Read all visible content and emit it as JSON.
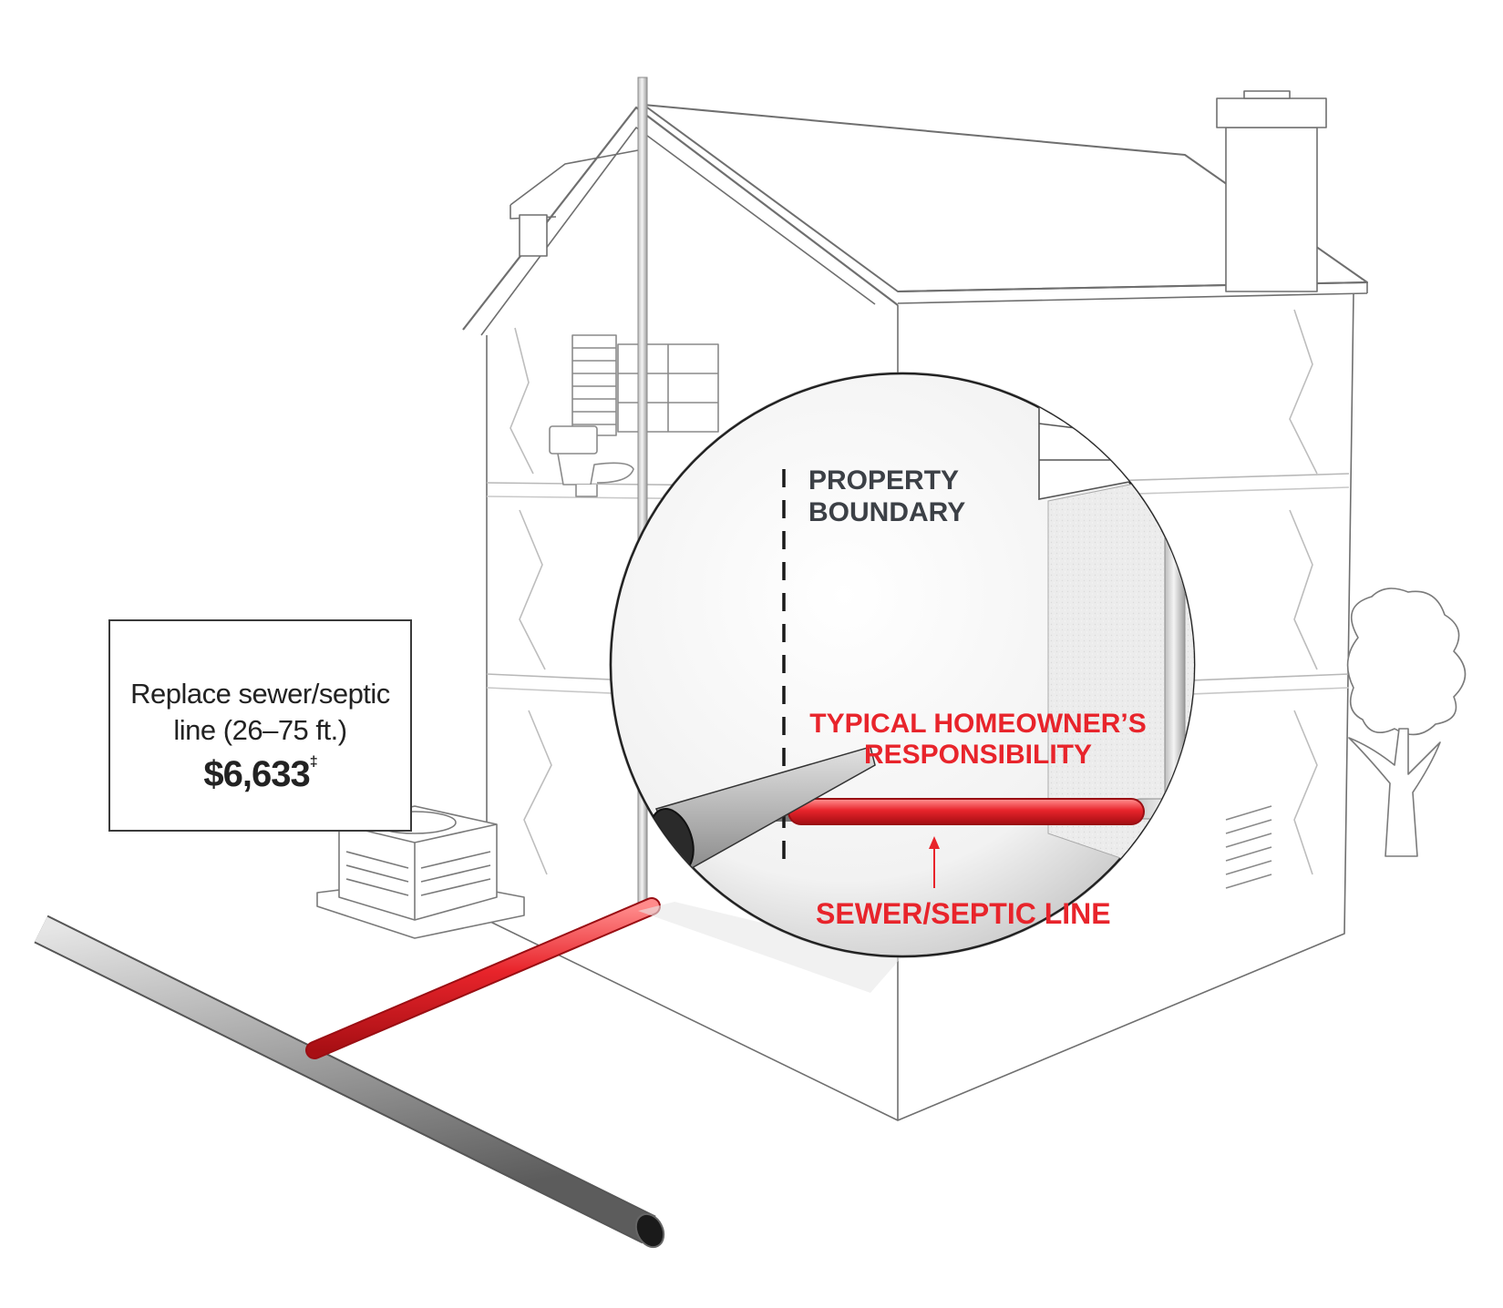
{
  "cost_box": {
    "line1": "Replace sewer/septic",
    "line2": "line (26–75 ft.)",
    "price": "$6,633",
    "footnote_mark": "‡"
  },
  "callouts": {
    "boundary_line1": "PROPERTY",
    "boundary_line2": "BOUNDARY",
    "responsibility_line1": "TYPICAL HOMEOWNER’S",
    "responsibility_line2": "RESPONSIBILITY",
    "sewer_line": "SEWER/SEPTIC LINE"
  },
  "colors": {
    "accent_red": "#e8242b",
    "boundary_text": "#3c4046",
    "outline": "#555555"
  }
}
